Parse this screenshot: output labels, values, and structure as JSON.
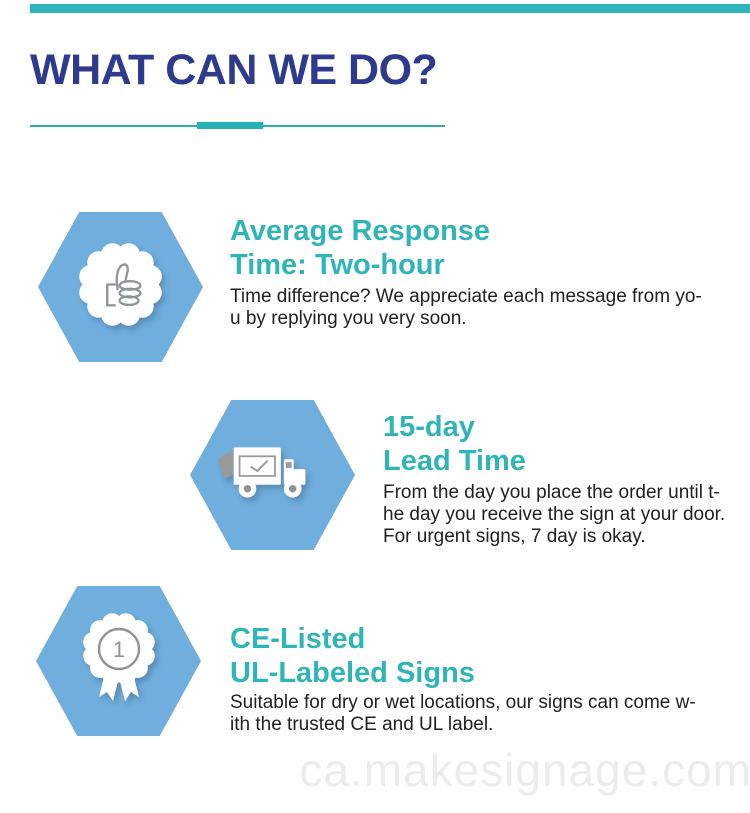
{
  "accent_bar": {
    "color": "#2fb4b7"
  },
  "header": {
    "title": "WHAT CAN WE DO?",
    "title_color": "#2d3a8e",
    "divider_color": "#29b2b5"
  },
  "sections": [
    {
      "icon": "thumbs-up-seal-icon",
      "heading": "Average Response\nTime: Two-hour",
      "body": "Time difference? We appreciate each message from yo-\nu by replying you very soon."
    },
    {
      "icon": "delivery-truck-icon",
      "heading": "15-day\nLead Time",
      "body": "From the day you place the order until t-\nhe day you receive the sign at your door.\nFor urgent signs, 7 day is okay."
    },
    {
      "icon": "award-medal-icon",
      "heading": "CE-Listed\nUL-Labeled Signs",
      "body": "Suitable for dry or wet locations, our signs can come w-\nith the trusted CE and UL label.",
      "medal_number": "1"
    }
  ],
  "watermark": {
    "text": "ca.makesignage.com"
  },
  "colors": {
    "accent_teal": "#2fb4b7",
    "heading_teal": "#2fb5b8",
    "title_navy": "#2d3a8e",
    "hexagon_blue": "#70aedd",
    "body_text": "#212121",
    "icon_gray": "#8f9496",
    "watermark_gray": "#ececec"
  }
}
